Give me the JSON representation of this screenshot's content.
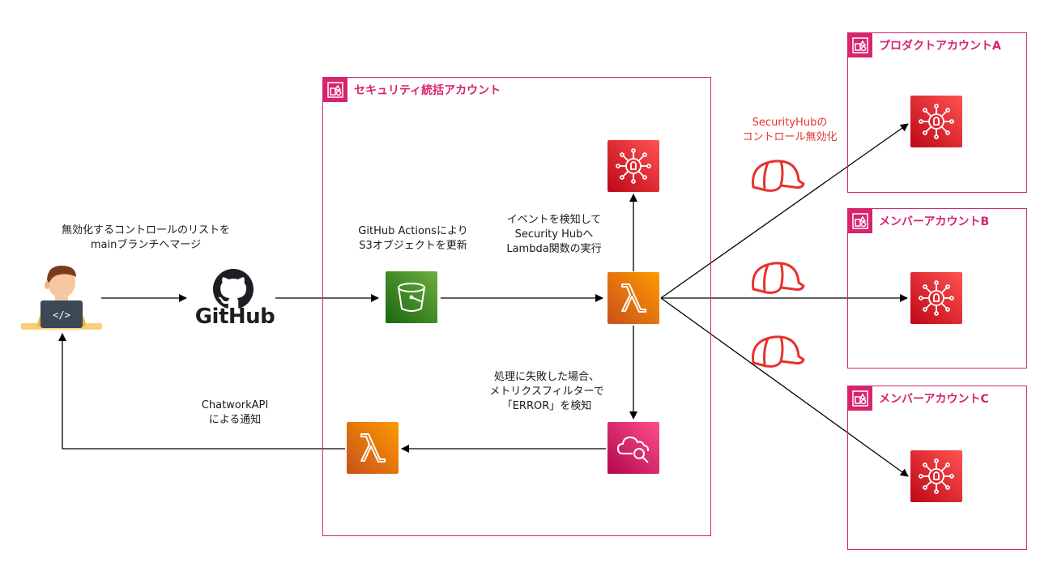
{
  "colors": {
    "account_border": "#d6246e",
    "securityhub": "#dd344c",
    "lambda": "#ed7100",
    "s3": "#3f8624",
    "cloudwatch": "#e7157b",
    "helmet": "#e8322f",
    "arrow": "#000000"
  },
  "accounts": {
    "security": "セキュリティ統括アカウント",
    "product_a": "プロダクトアカウントA",
    "member_b": "メンバーアカウントB",
    "member_c": "メンバーアカウントC"
  },
  "labels": {
    "developer": [
      "無効化するコントロールのリストを",
      "mainブランチへマージ"
    ],
    "github_actions": [
      "GitHub Actionsにより",
      "S3オブジェクトを更新"
    ],
    "event_detect": [
      "イベントを検知して",
      "Security Hubへ",
      "Lambda関数の実行"
    ],
    "failure": [
      "処理に失敗した場合、",
      "メトリクスフィルターで",
      "「ERROR」を検知"
    ],
    "chatwork": [
      "ChatworkAPI",
      "による通知"
    ],
    "disable_controls": [
      "SecurityHubの",
      "コントロール無効化"
    ]
  },
  "github_logo_text": "GitHub",
  "icons": {
    "developer": "developer-laptop-icon",
    "github": "github-octocat-icon",
    "s3": "s3-bucket-icon",
    "lambda": "lambda-icon",
    "securityhub": "security-hub-icon",
    "cloudwatch": "cloudwatch-icon",
    "helmet": "hard-hat-icon",
    "account": "account-group-icon"
  }
}
